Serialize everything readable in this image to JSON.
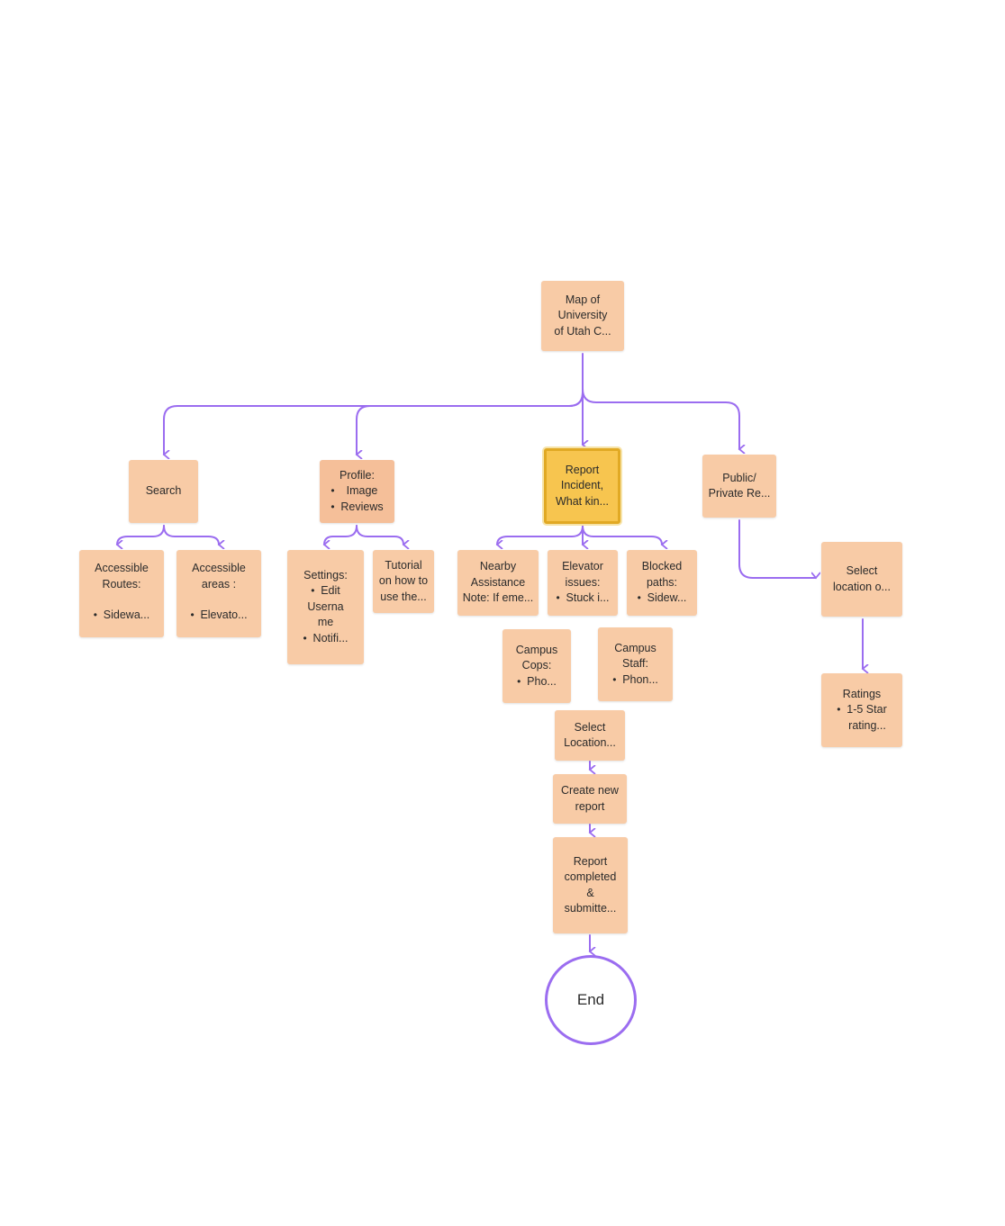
{
  "colors": {
    "note": "#f8cba6",
    "note_dark": "#f5bf99",
    "highlight": "#f7c54f",
    "highlight_border": "#e1a924",
    "connector": "#9b6df0"
  },
  "nodes": {
    "map": {
      "lines": [
        "Map of",
        "University",
        "of Utah C..."
      ]
    },
    "search": {
      "lines": [
        "Search"
      ]
    },
    "routes": {
      "lines": [
        "Accessible",
        "Routes:"
      ],
      "bullets": [
        "Sidewa..."
      ]
    },
    "areas": {
      "lines": [
        "Accessible",
        "areas :"
      ],
      "bullets": [
        "Elevato..."
      ]
    },
    "profile": {
      "lines": [
        "Profile:"
      ],
      "bullets": [
        "Image",
        "Reviews"
      ]
    },
    "settings": {
      "lines": [
        "Settings:"
      ],
      "bullets": [
        "Edit",
        "Notifi..."
      ],
      "wrap": [
        "Userna",
        "me"
      ]
    },
    "tutorial": {
      "lines": [
        "Tutorial",
        "on how to",
        "use the..."
      ]
    },
    "report": {
      "lines": [
        "Report",
        "Incident,",
        "What kin..."
      ]
    },
    "nearby": {
      "lines": [
        "Nearby",
        "Assistance",
        "Note: If eme..."
      ]
    },
    "elevator": {
      "lines": [
        "Elevator",
        "issues:"
      ],
      "bullets": [
        "Stuck i..."
      ]
    },
    "blocked": {
      "lines": [
        "Blocked",
        "paths:"
      ],
      "bullets": [
        "Sidew..."
      ]
    },
    "cops": {
      "lines": [
        "Campus",
        "Cops:"
      ],
      "bullets": [
        "Pho..."
      ]
    },
    "staff": {
      "lines": [
        "Campus",
        "Staff:"
      ],
      "bullets": [
        "Phon..."
      ]
    },
    "select_loc": {
      "lines": [
        "Select",
        "Location..."
      ]
    },
    "create": {
      "lines": [
        "Create new",
        "report"
      ]
    },
    "completed": {
      "lines": [
        "Report",
        "completed",
        "&",
        "submitte..."
      ]
    },
    "public": {
      "lines": [
        "Public/",
        "Private Re..."
      ]
    },
    "select_o": {
      "lines": [
        "Select",
        "location o..."
      ]
    },
    "ratings": {
      "lines": [
        "Ratings"
      ],
      "bullets": [
        "1-5 Star"
      ],
      "wrap": [
        "rating..."
      ]
    },
    "end": {
      "label": "End"
    }
  }
}
